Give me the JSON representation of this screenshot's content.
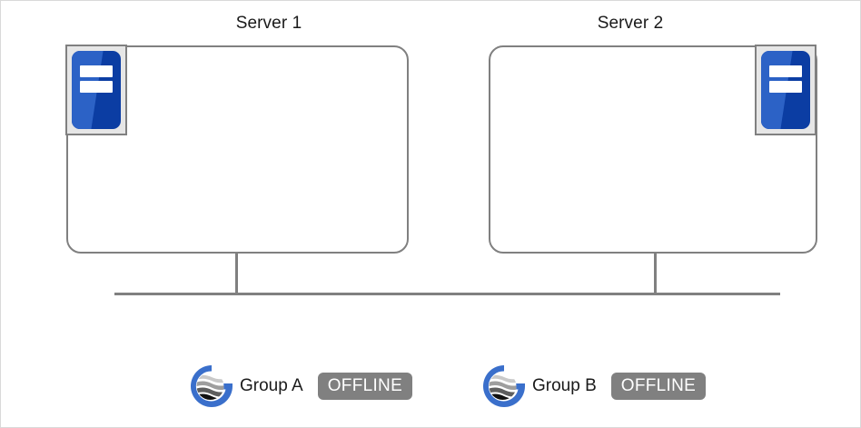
{
  "diagram": {
    "type": "cluster-topology",
    "servers": [
      {
        "id": "server-1",
        "title": "Server 1",
        "icon": "server-device-icon",
        "icon_position": "top-left"
      },
      {
        "id": "server-2",
        "title": "Server 2",
        "icon": "server-device-icon",
        "icon_position": "top-right"
      }
    ],
    "network": {
      "bus_label": "",
      "connector_icon": "network-bus-line"
    },
    "groups": [
      {
        "id": "group-a",
        "logo": "globe-g-logo",
        "label": "Group A",
        "status": "OFFLINE"
      },
      {
        "id": "group-b",
        "logo": "globe-g-logo",
        "label": "Group B",
        "status": "OFFLINE"
      }
    ],
    "colors": {
      "outline": "#808080",
      "device_blue_dark": "#0B3DA3",
      "device_blue_light": "#2C62C6",
      "device_frame": "#E6E6E6",
      "status_badge": "#808080",
      "status_text": "#FFFFFF",
      "logo_ring_blue": "#3A6FCB",
      "logo_globe_gray": "#9E9E9E",
      "logo_globe_dark": "#1A1A1A",
      "canvas": "#FFFFFF",
      "text": "#1A1A1A"
    }
  }
}
